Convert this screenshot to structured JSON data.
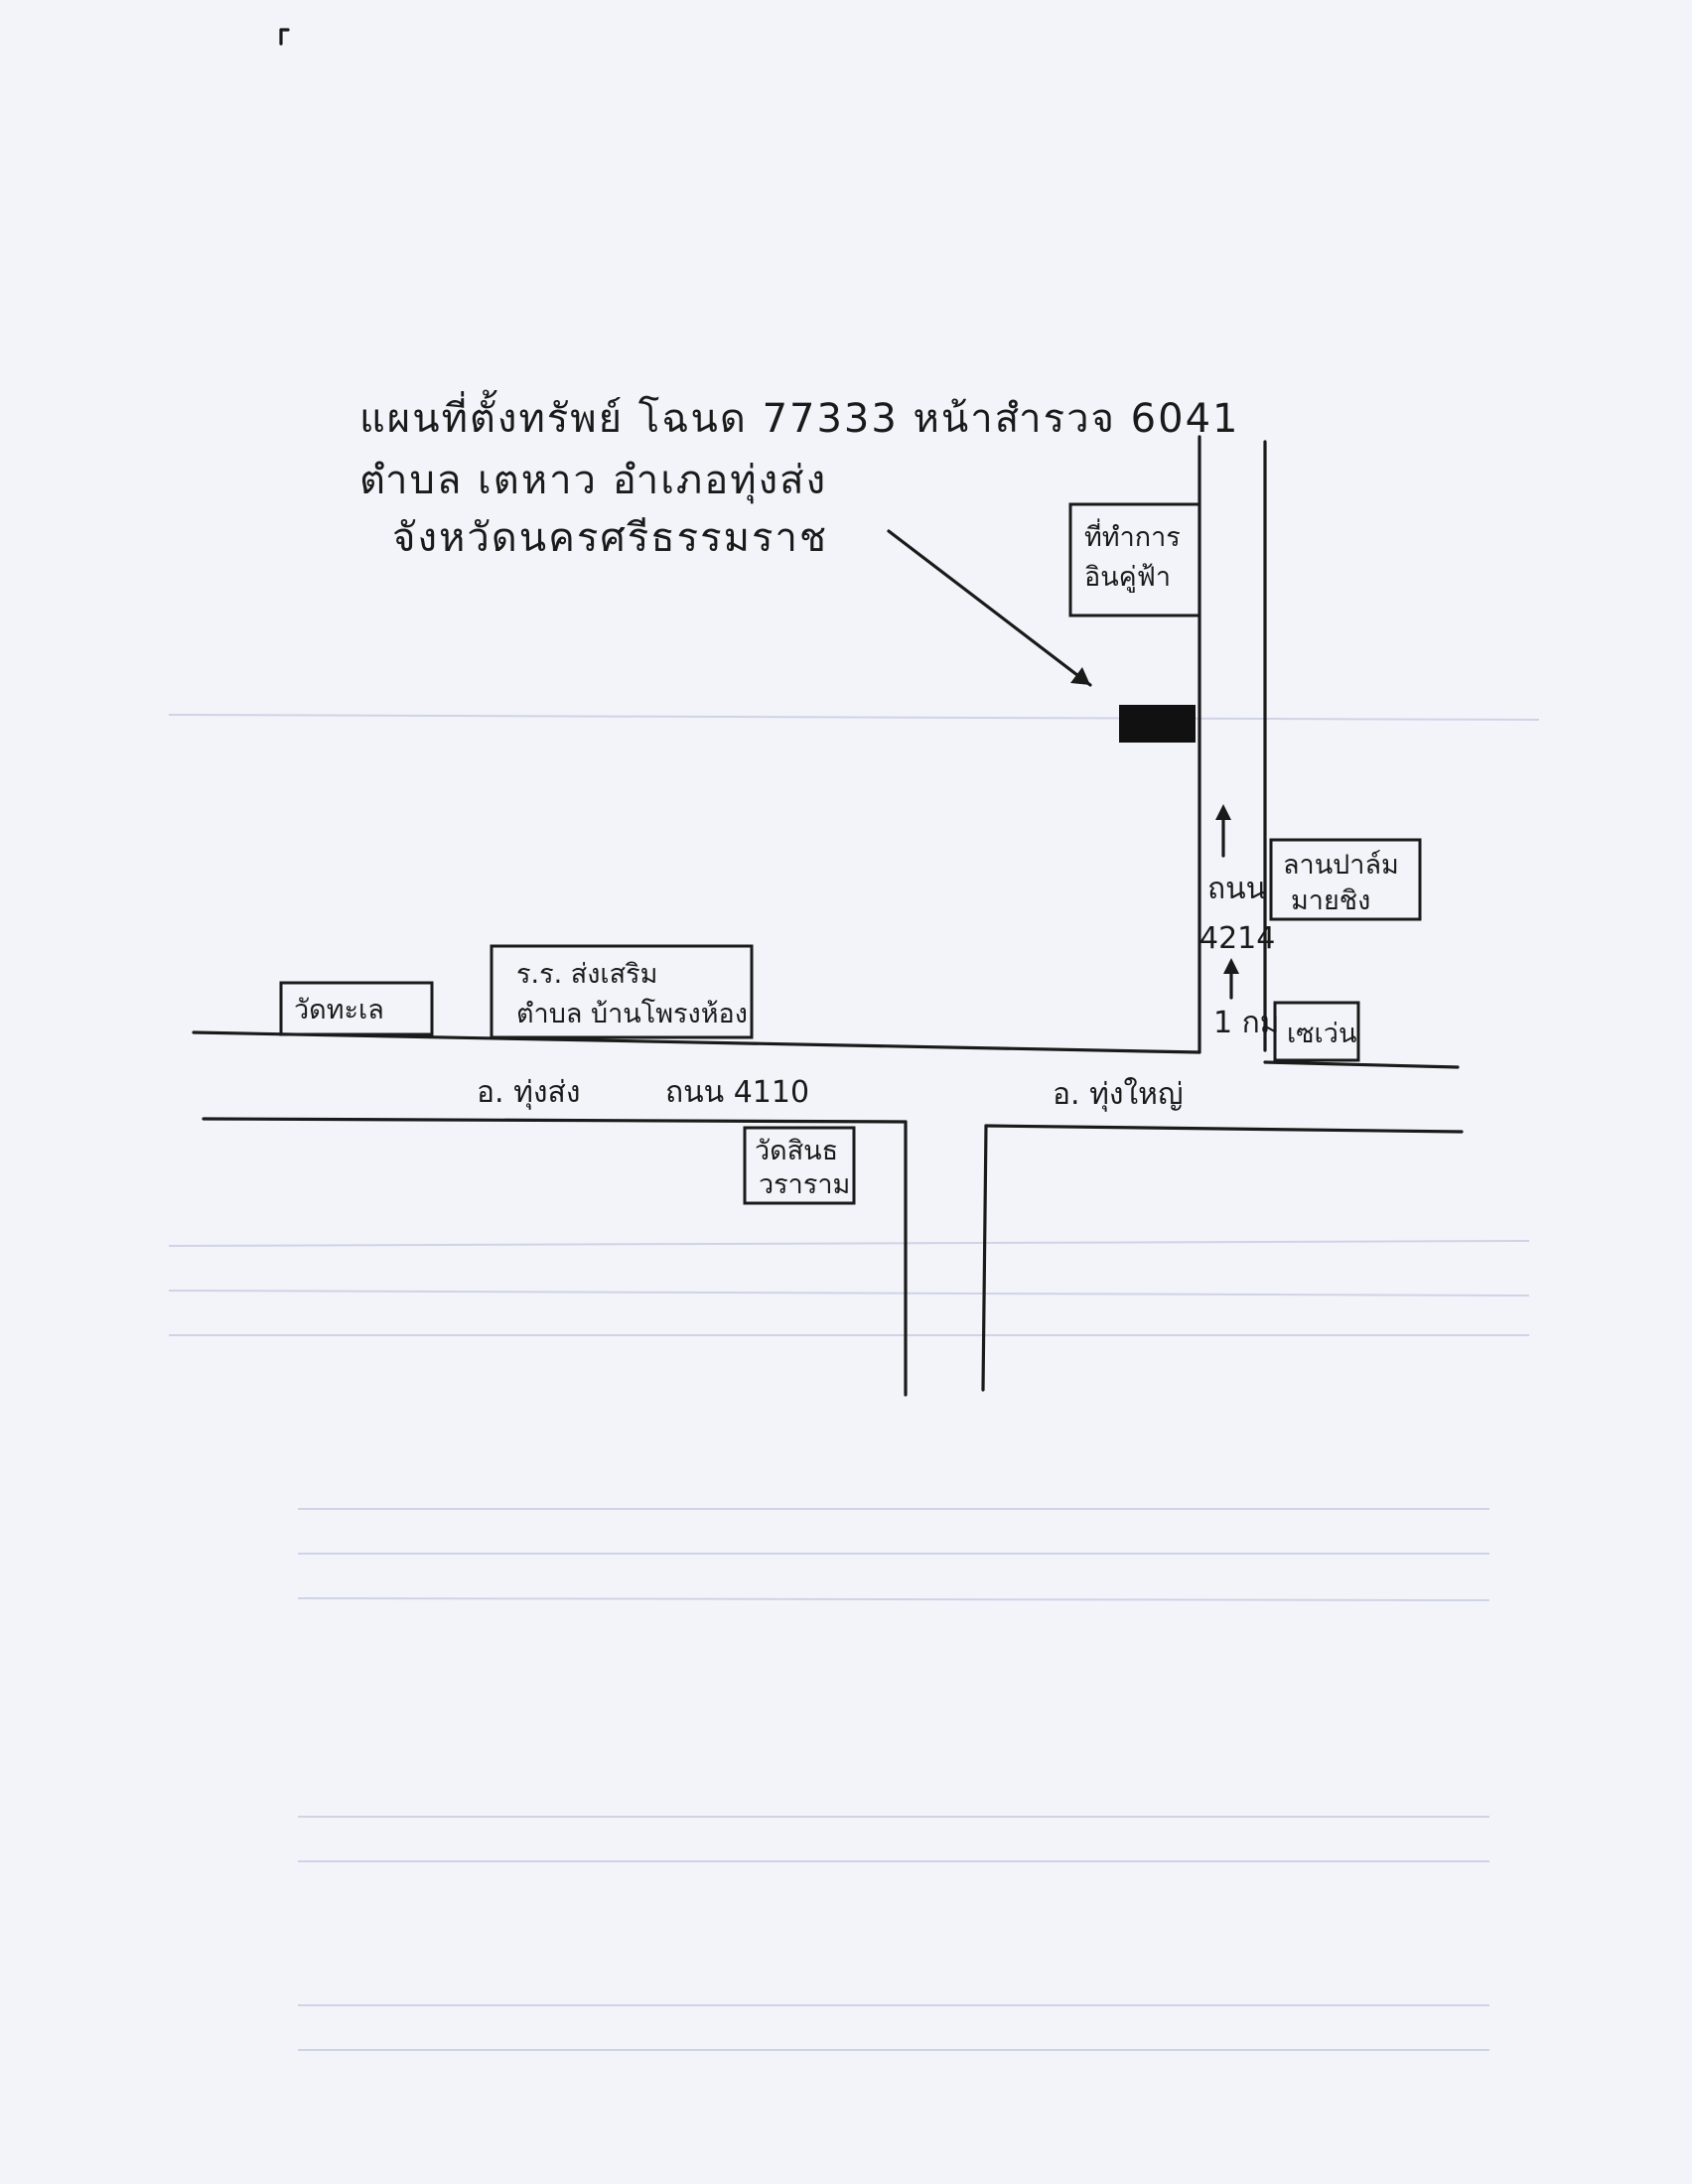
{
  "title": {
    "line1": "แผนที่ตั้งทรัพย์ โฉนด 77333 หน้าสำรวจ 6041",
    "line2": "ตำบล เตหาว  อำเภอทุ่งส่ง",
    "line3": "จังหวัดนครศรีธรรมราช"
  },
  "landmarks": {
    "restaurant": [
      "ที่ทำการ",
      "อินคู่ฟ้า"
    ],
    "wat_thale": "วัดทะเล",
    "school": [
      "ร.ร. ส่งเสริม",
      "ตำบล บ้านโพรงห้อง"
    ],
    "wat_sinot": [
      "วัดสินธ",
      "วราราม"
    ],
    "palm_ground": [
      "ลานปาล์ม",
      "มายชิง"
    ],
    "seven_eleven": "เซเว่น"
  },
  "roads": {
    "main_left": "อ. ทุ่งส่ง",
    "main_number": "ถนน 4110",
    "main_right": "อ. ทุ่งใหญ่",
    "side_prefix": "ถนน",
    "side_number": "4214",
    "distance": "1 กม"
  },
  "icons": {
    "pointer_arrow": "arrow-to-property-icon",
    "property_marker": "property-marker-icon",
    "direction_arrow": "up-arrow-icon"
  },
  "colors": {
    "paper": "#f3f4fa",
    "ink": "#1a1a1a"
  }
}
